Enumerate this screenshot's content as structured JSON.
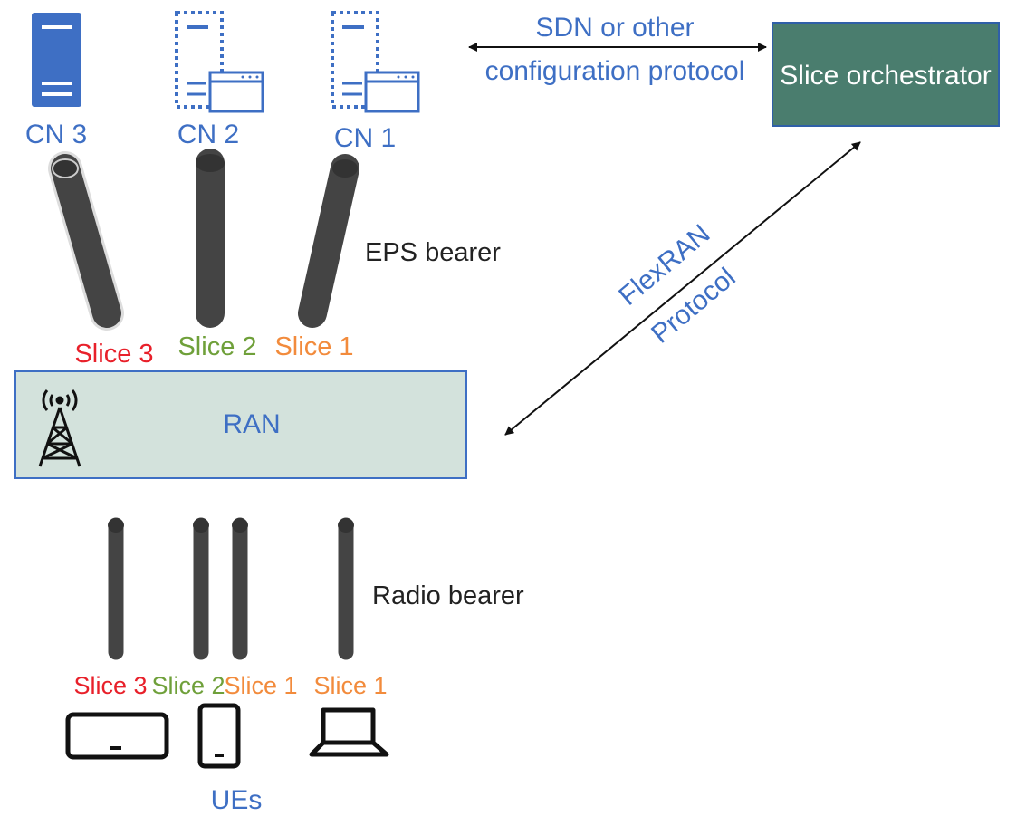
{
  "core_networks": [
    {
      "label": "CN 3"
    },
    {
      "label": "CN 2"
    },
    {
      "label": "CN 1"
    }
  ],
  "sdn_label_line1": "SDN or other",
  "sdn_label_line2": "configuration protocol",
  "orchestrator_label": "Slice orchestrator",
  "flexran_line1": "FlexRAN",
  "flexran_line2": "Protocol",
  "eps_bearer_label": "EPS bearer",
  "eps_slices": [
    "Slice 3",
    "Slice 2",
    "Slice 1"
  ],
  "ran_label": "RAN",
  "radio_bearer_label": "Radio bearer",
  "radio_slices": [
    "Slice 3",
    "Slice 2",
    "Slice 1",
    "Slice 1"
  ],
  "ues_label": "UEs",
  "colors": {
    "blue": "#3E6FC4",
    "orchestrator_fill": "#4A7D6E",
    "ran_fill": "#D3E2DC",
    "pipe": "#444444",
    "slice3": "#E8202A",
    "slice2": "#6FA03A",
    "slice1": "#F28B3C"
  }
}
